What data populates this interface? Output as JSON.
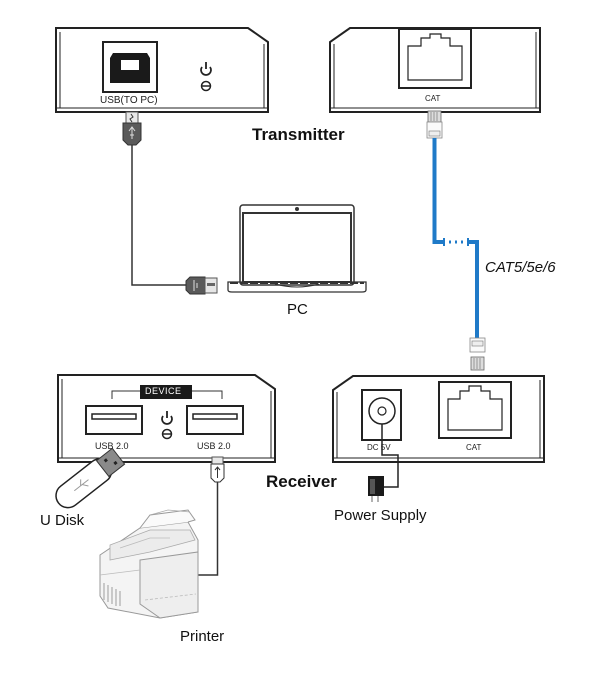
{
  "diagram": {
    "type": "connection-diagram",
    "colors": {
      "cable_blue": "#1f7ac8",
      "device_outline": "#222222",
      "connector_dark": "#555555",
      "background": "#ffffff"
    },
    "transmitter": {
      "title": "Transmitter",
      "ports": [
        {
          "name": "usb-b",
          "label": "USB(TO PC)"
        },
        {
          "name": "cat",
          "label": "CAT"
        }
      ],
      "indicators": [
        "power-icon",
        "usb-link-icon"
      ]
    },
    "receiver": {
      "title": "Receiver",
      "device_group_label": "DEVICE",
      "ports": [
        {
          "name": "usb-a-left",
          "label": "USB 2.0"
        },
        {
          "name": "usb-a-right",
          "label": "USB 2.0"
        },
        {
          "name": "dc",
          "label": "DC 5V"
        },
        {
          "name": "cat",
          "label": "CAT"
        }
      ],
      "indicators": [
        "power-icon",
        "usb-link-icon"
      ]
    },
    "cable_label": "CAT5/5e/6",
    "peripherals": {
      "pc": "PC",
      "u_disk": "U Disk",
      "printer": "Printer",
      "power_supply": "Power Supply"
    }
  }
}
